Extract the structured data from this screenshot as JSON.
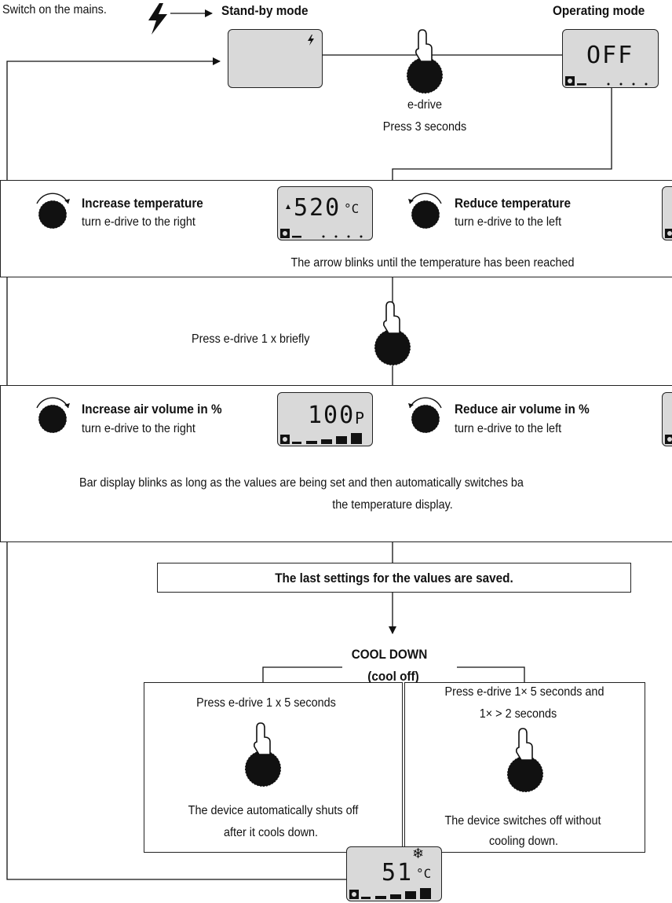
{
  "top": {
    "mains_label": "Switch on the mains.",
    "standby_label": "Stand-by mode",
    "operating_label": "Operating mode",
    "operating_display": "OFF",
    "edrive_label": "e-drive",
    "edrive_press": "Press 3 seconds"
  },
  "temperature": {
    "increase_title": "Increase temperature",
    "increase_sub": "turn e-drive to the right",
    "display_value": "520",
    "display_unit": "°C",
    "reduce_title": "Reduce temperature",
    "reduce_sub": "turn e-drive to the left",
    "note": "The arrow blinks until the temperature has been reached"
  },
  "press_brief": "Press e-drive 1 x  briefly",
  "air": {
    "increase_title": "Increase air volume in %",
    "increase_sub": "turn e-drive to the right",
    "display_value": "100",
    "display_unit": "P",
    "reduce_title": "Reduce air volume in %",
    "reduce_sub": "turn e-drive to the left",
    "note_line1": "Bar display blinks as long as the values are being set and then automatically switches ba",
    "note_line2": "the temperature display."
  },
  "saved": "The last settings for the values are saved.",
  "cooldown": {
    "title": "COOL DOWN",
    "subtitle": "(cool off)",
    "left_instruction": "Press e-drive 1 x 5 seconds",
    "left_result_line1": "The device automatically shuts off",
    "left_result_line2": "after it cools down.",
    "right_instruction_line1": "Press e-drive 1× 5 seconds and",
    "right_instruction_line2": "1× > 2 seconds",
    "right_result_line1": "The device switches off without",
    "right_result_line2": "cooling down.",
    "display_value": "51",
    "display_unit": "°C",
    "snowflake": "❄"
  },
  "icons": {
    "lightning": "lightning-icon",
    "hand": "hand-press-icon",
    "knob_right": "knob-rotate-right-icon",
    "knob_left": "knob-rotate-left-icon",
    "fan": "fan-icon"
  }
}
